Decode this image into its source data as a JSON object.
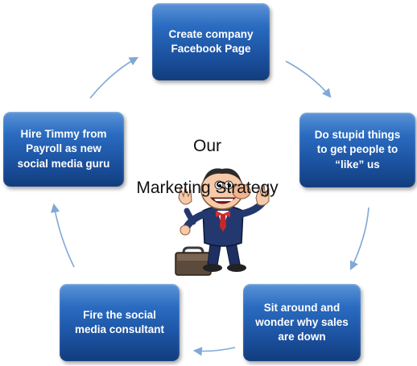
{
  "diagram": {
    "title_line1": "Our",
    "title_line2": "Marketing Strategy",
    "steps": [
      {
        "text": "Create  company\nFacebook Page"
      },
      {
        "text": "Do stupid things\nto get people to\n“like” us"
      },
      {
        "text": "Sit around  and\nwonder why sales\nare down"
      },
      {
        "text": "Fire the social\nmedia consultant"
      },
      {
        "text": "Hire Timmy from\nPayroll as new\nsocial media guru"
      }
    ],
    "colors": {
      "box_top": "#5b93d6",
      "box_bottom": "#123d7d",
      "arrow": "#7fa8d6",
      "text": "#ffffff"
    },
    "illustration": "businessman-mascot-with-briefcase"
  }
}
